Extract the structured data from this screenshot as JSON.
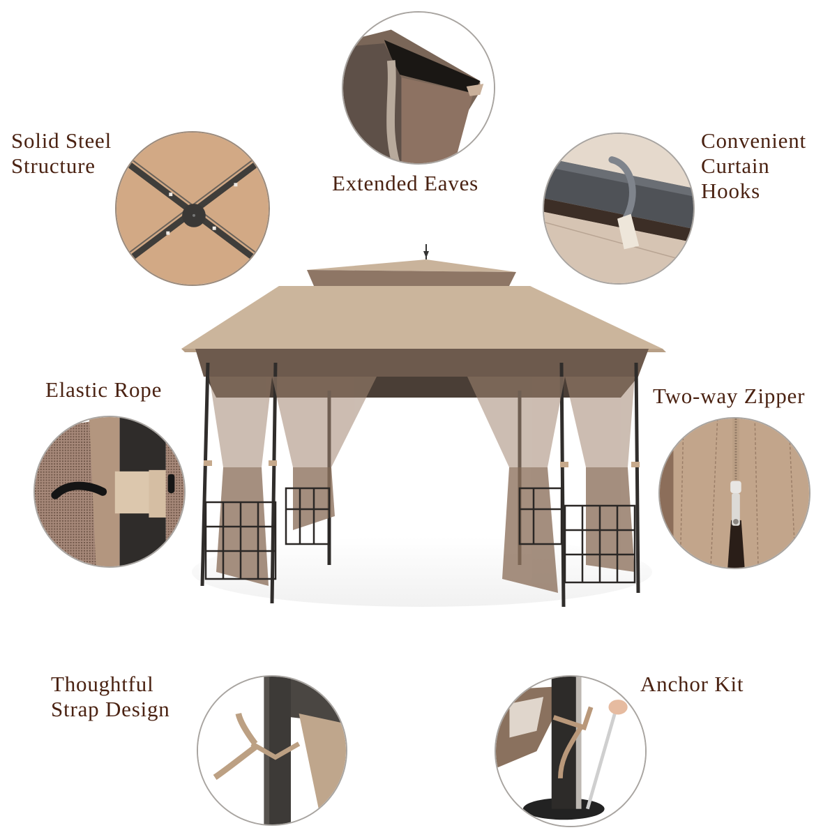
{
  "features": [
    {
      "id": "solid-steel-structure",
      "lines": [
        "Solid Steel",
        "Structure"
      ]
    },
    {
      "id": "extended-eaves",
      "lines": [
        "Extended Eaves"
      ]
    },
    {
      "id": "convenient-curtain-hooks",
      "lines": [
        "Convenient",
        "Curtain",
        "Hooks"
      ]
    },
    {
      "id": "elastic-rope",
      "lines": [
        "Elastic Rope"
      ]
    },
    {
      "id": "two-way-zipper",
      "lines": [
        "Two-way Zipper"
      ]
    },
    {
      "id": "thoughtful-strap-design",
      "lines": [
        "Thoughtful",
        "Strap Design"
      ]
    },
    {
      "id": "anchor-kit",
      "lines": [
        "Anchor Kit"
      ]
    }
  ],
  "colors": {
    "label_text": "#4a2212",
    "canopy_tan": "#cdb79e",
    "frame_dark": "#3b3835",
    "trim_brown": "#6e5a4a",
    "circle_border": "#a8a4a0"
  },
  "product": {
    "subject": "Octagonal double-roof gazebo with mesh netting and steel fence panels"
  }
}
